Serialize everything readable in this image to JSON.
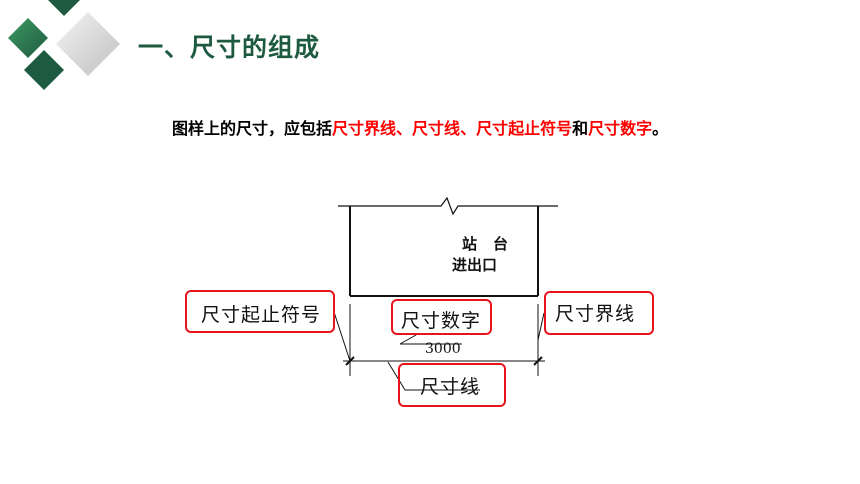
{
  "title": "一、尺寸的组成",
  "intro": {
    "lead": "图样上的尺寸，应包括",
    "term_extension": "尺寸界线",
    "sep1": "、",
    "term_line": "尺寸线",
    "sep2": "、",
    "term_symbol": "尺寸起止符号",
    "conj": "和",
    "term_number": "尺寸数字",
    "end": "。"
  },
  "drawing": {
    "platform_top": "站台",
    "platform_bottom": "进出口",
    "dimension_value": "3000"
  },
  "labels": {
    "symbol": "尺寸起止符号",
    "number": "尺寸数字",
    "extension": "尺寸界线",
    "line": "尺寸线"
  },
  "colors": {
    "title": "#1d5a40",
    "highlight": "#ff0000",
    "label_border": "#e8141c",
    "diamond_dark": "#1d5a40",
    "diamond_mid": "#2e7d4f",
    "diamond_light": "#d9d9d9"
  }
}
